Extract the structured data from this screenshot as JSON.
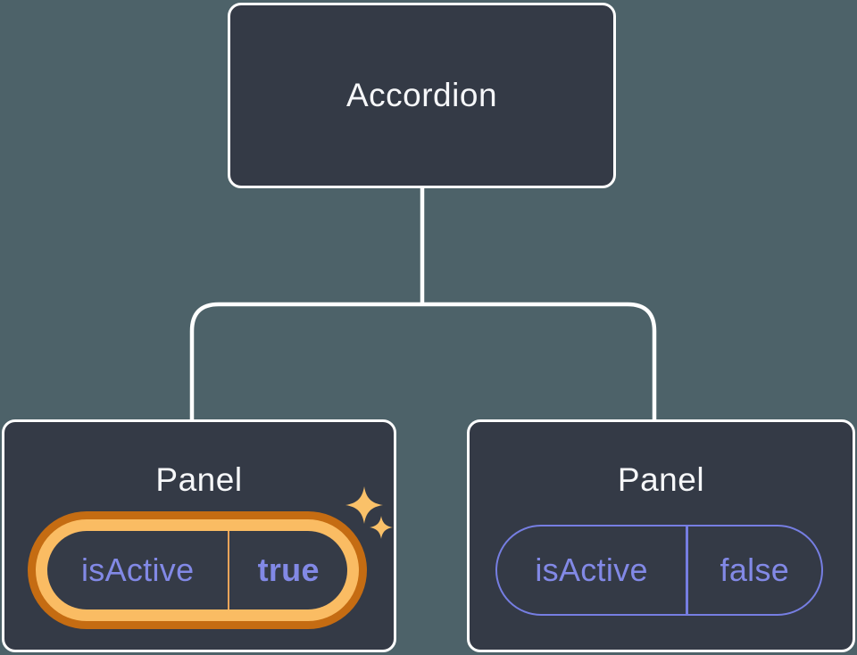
{
  "tree": {
    "root": {
      "label": "Accordion"
    },
    "panels": [
      {
        "title": "Panel",
        "state": {
          "prop": "isActive",
          "value": "true"
        },
        "highlighted": true
      },
      {
        "title": "Panel",
        "state": {
          "prop": "isActive",
          "value": "false"
        },
        "highlighted": false
      }
    ]
  },
  "icons": {
    "sparkles": "sparkles-icon"
  },
  "colors": {
    "background": "#4d6269",
    "node_fill": "#343a46",
    "node_border": "#ffffff",
    "connector_line": "#ffffff",
    "title_text": "#f6f7f9",
    "state_text_purple": "#8289e6",
    "pill_border_purple": "#767ee2",
    "highlight_orange_dark": "#c56c12",
    "highlight_orange_light": "#fabc63",
    "highlight_divider": "#eca45a",
    "sparkle": "#fac169"
  }
}
